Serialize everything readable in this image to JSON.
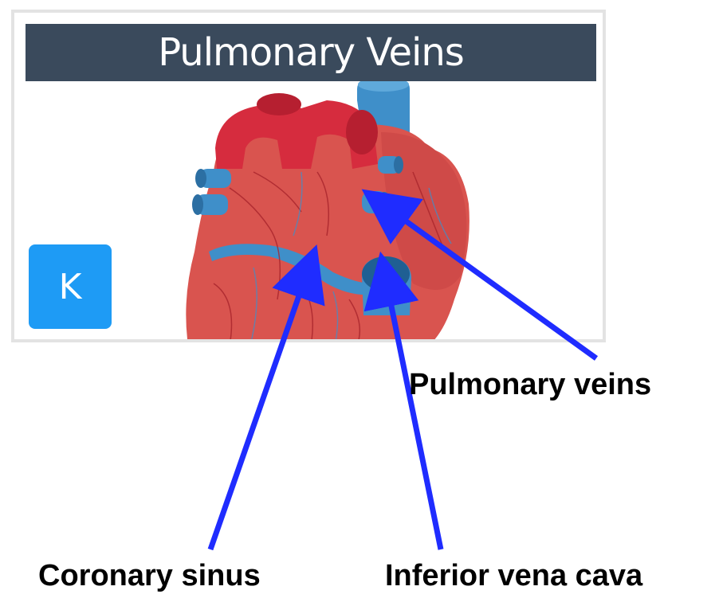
{
  "card": {
    "title": "Pulmonary Veins",
    "badge": "K"
  },
  "labels": {
    "pulmonary_veins": "Pulmonary veins",
    "coronary_sinus": "Coronary sinus",
    "inferior_vena_cava": "Inferior vena cava"
  },
  "colors": {
    "header_bg": "#3a4a5c",
    "badge_bg": "#1e9bf5",
    "arrow": "#1f2cff",
    "heart_muscle": "#d9544f",
    "artery": "#d62c3e",
    "vein": "#3f8fc9"
  }
}
